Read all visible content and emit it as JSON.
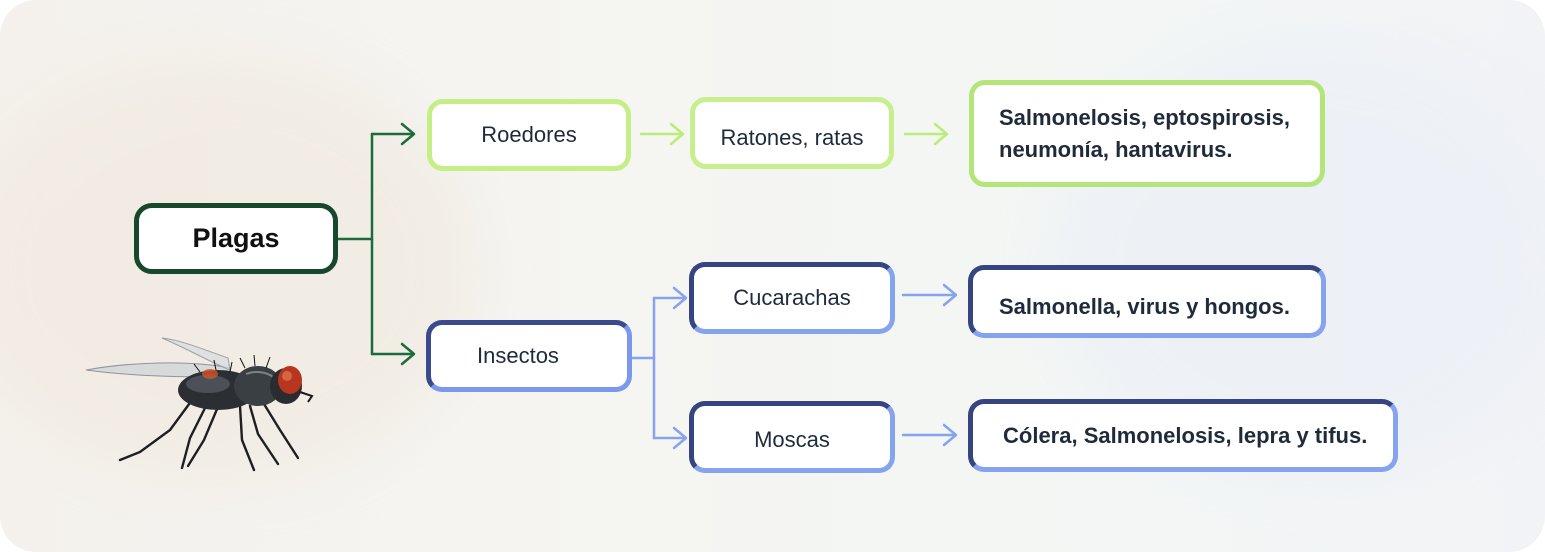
{
  "diagram": {
    "root": {
      "label": "Plagas"
    },
    "branches": [
      {
        "label": "Roedores",
        "children": [
          {
            "label": "Ratones, ratas",
            "diseases": [
              "Salmonelosis, eptospirosis,",
              "neumonía, hantavirus."
            ]
          }
        ]
      },
      {
        "label": "Insectos",
        "children": [
          {
            "label": "Cucarachas",
            "diseases": [
              "Salmonella, virus y hongos."
            ]
          },
          {
            "label": "Moscas",
            "diseases": [
              "Cólera, Salmonelosis, lepra y tifus."
            ]
          }
        ]
      }
    ],
    "illustration": "fly-image"
  },
  "colors": {
    "root_border": "#17482c",
    "root_connector": "#1d6b3c",
    "rodent_branch": "#b9ec78",
    "insect_branch_dark": "#36457f",
    "insect_branch_light": "#86a3f0",
    "card_background": "#f4f4f1"
  }
}
